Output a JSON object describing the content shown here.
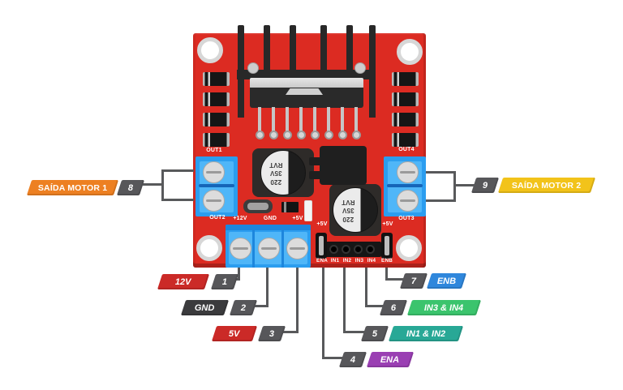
{
  "board": {
    "color": "#DC2B22",
    "terminal_color": "#2B9DEF",
    "silkscreen": {
      "out1": "OUT1",
      "out2": "OUT2",
      "out3": "OUT3",
      "out4": "OUT4",
      "plus12v": "+12V",
      "gnd": "GND",
      "plus5v": "+5V",
      "ena_jumper_5v": "+5V",
      "enb_jumper_5v": "+5V",
      "header_pins": [
        "ENA",
        "IN1",
        "IN2",
        "IN3",
        "IN4",
        "ENB"
      ],
      "capacitor_lines": [
        "220",
        "35V",
        "RVT"
      ]
    }
  },
  "callouts": {
    "number_chip_color": "#57575A",
    "line_color": "#58595B",
    "motor1": {
      "num": "8",
      "label": "SAÍDA MOTOR 1",
      "color": "#ED8022"
    },
    "motor2": {
      "num": "9",
      "label": "SAÍDA MOTOR 2",
      "color": "#F2C31A"
    },
    "v12": {
      "num": "1",
      "label": "12V",
      "color": "#CB2A27"
    },
    "gnd": {
      "num": "2",
      "label": "GND",
      "color": "#3B3B3D"
    },
    "v5": {
      "num": "3",
      "label": "5V",
      "color": "#CB2A27"
    },
    "ena": {
      "num": "4",
      "label": "ENA",
      "color": "#9A3FB3"
    },
    "in12": {
      "num": "5",
      "label": "IN1 & IN2",
      "color": "#28A896"
    },
    "in34": {
      "num": "6",
      "label": "IN3 & IN4",
      "color": "#3BC46D"
    },
    "enb": {
      "num": "7",
      "label": "ENB",
      "color": "#2F87DC"
    }
  }
}
